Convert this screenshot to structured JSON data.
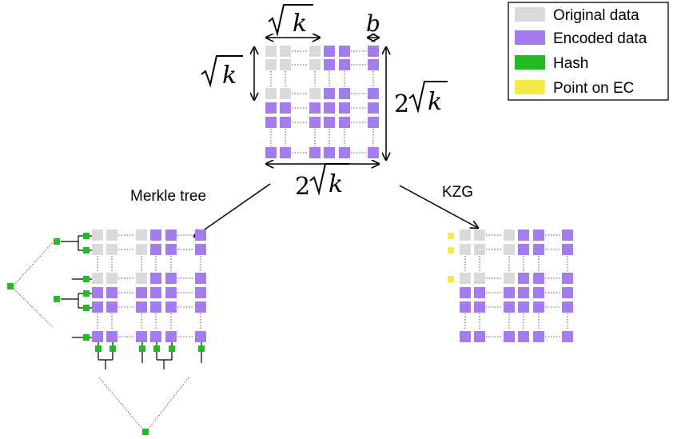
{
  "legend": {
    "items": [
      {
        "key": "original",
        "label": "Original data",
        "color": "#d9d9d9"
      },
      {
        "key": "encoded",
        "label": "Encoded data",
        "color": "#a47cf0"
      },
      {
        "key": "hash",
        "label": "Hash",
        "color": "#22bb22"
      },
      {
        "key": "point",
        "label": "Point on EC",
        "color": "#f5e94a"
      }
    ]
  },
  "labels": {
    "sqrt_k": "k",
    "b": "b",
    "two": "2",
    "merkle_tree": "Merkle tree",
    "kzg": "KZG"
  },
  "colors": {
    "line": "#000000",
    "dotted": "#555555"
  }
}
